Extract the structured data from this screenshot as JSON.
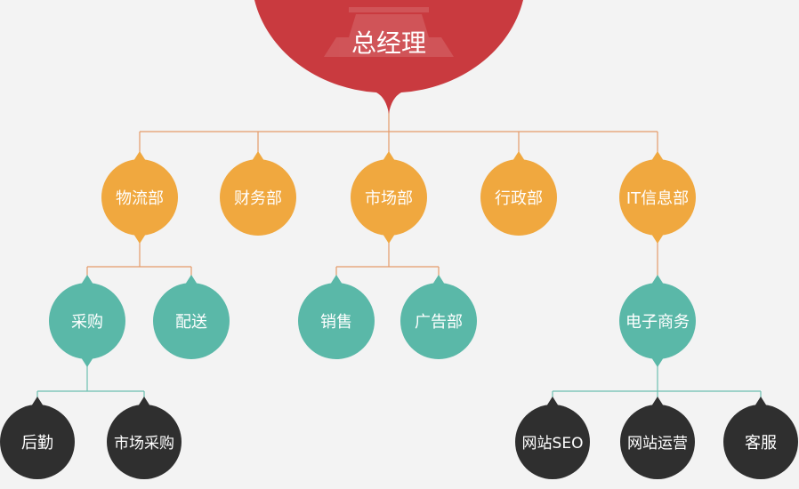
{
  "colors": {
    "background": "#f3f3f3",
    "ceo": "#c93a3f",
    "department": "#f0a83f",
    "team": "#5ab8a8",
    "unit": "#2f2f2f",
    "line_orange": "#e59a6a",
    "line_teal": "#6bbfb0",
    "text": "#ffffff"
  },
  "org_chart": {
    "ceo": "总经理",
    "departments": {
      "logistics": "物流部",
      "finance": "财务部",
      "marketing": "市场部",
      "admin": "行政部",
      "it": "IT信息部"
    },
    "teams": {
      "purchasing": "采购",
      "delivery": "配送",
      "sales": "销售",
      "advertising": "广告部",
      "ecommerce": "电子商务"
    },
    "units": {
      "back_office": "后勤",
      "market_purchasing": "市场采购",
      "web_seo": "网站SEO",
      "web_operations": "网站运营",
      "customer_service": "客服"
    }
  }
}
